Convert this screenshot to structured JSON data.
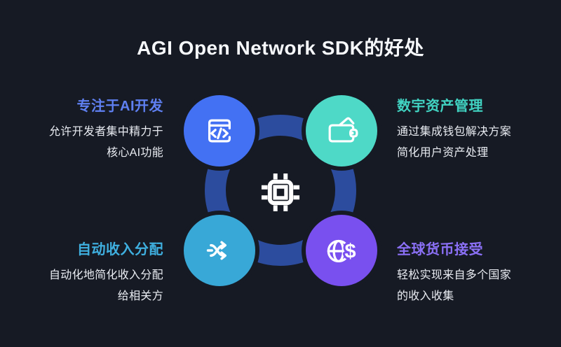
{
  "title": "AGI Open Network SDK的好处",
  "colors": {
    "background": "#161a24",
    "title_text": "#f6f8fb",
    "body_text": "#e9ecf2",
    "ring": "#2c4c9e",
    "icon_stroke": "#ffffff"
  },
  "center": {
    "icon": "cpu-chip-icon"
  },
  "icon_glyphs": {
    "dollar": "$"
  },
  "features": [
    {
      "position": "top-left",
      "heading": "专注于AI开发",
      "heading_color": "#5f80f2",
      "circle_color": "#4371f3",
      "icon": "code-window-icon",
      "body_lines": [
        "允许开发者集中精力于",
        "核心AI功能"
      ]
    },
    {
      "position": "top-right",
      "heading": "数宇资产管理",
      "heading_color": "#41d3c2",
      "circle_color": "#4ed9c7",
      "icon": "wallet-icon",
      "body_lines": [
        "通过集成钱包解决方案",
        "简化用户资产处理"
      ]
    },
    {
      "position": "bottom-left",
      "heading": "自动收入分配",
      "heading_color": "#3fb0e0",
      "circle_color": "#38a8d7",
      "icon": "shuffle-icon",
      "body_lines": [
        "自动化地简化收入分配",
        "给相关方"
      ]
    },
    {
      "position": "bottom-right",
      "heading": "全球货币接受",
      "heading_color": "#8b70f6",
      "circle_color": "#7950ef",
      "icon": "globe-dollar-icon",
      "body_lines": [
        "轻松实现来自多个国家",
        "的收入收集"
      ]
    }
  ]
}
